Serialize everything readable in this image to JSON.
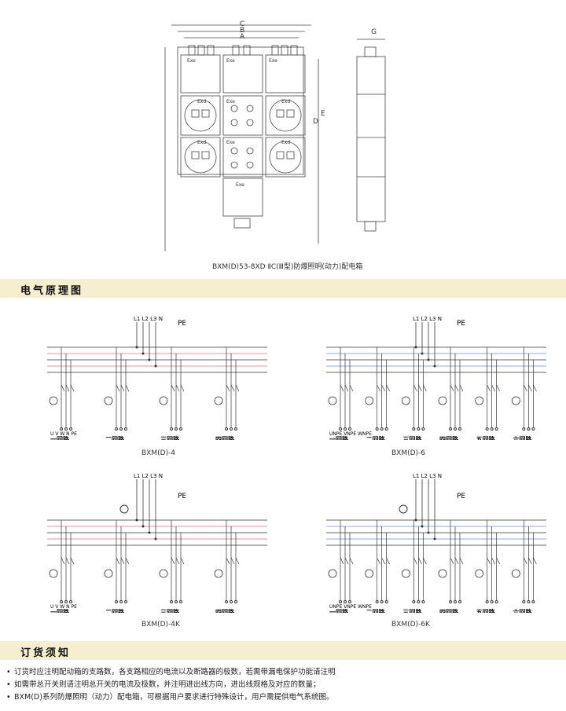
{
  "product": {
    "caption": "BXM(D)53-8XD ⅡC(Ⅲ型)防爆照明(动力)配电箱",
    "dim_labels": [
      "C",
      "B",
      "A",
      "G",
      "E",
      "D"
    ],
    "module_labels": {
      "exe": "Exe",
      "exd": "Exd"
    }
  },
  "sections": {
    "electrical": "电气原理图",
    "ordering": "订货须知"
  },
  "diagrams": [
    {
      "model": "BXM(D)-4",
      "bus": "L1 L2 L3 N",
      "pe": "PE",
      "terminals": "U  V W  N PE",
      "circuits": [
        "一回路",
        "二回路",
        "三回路",
        "四回路"
      ]
    },
    {
      "model": "BXM(D)-6",
      "bus": "L1 L2 L3 N",
      "pe": "PE",
      "terminals": "UNPE  VNPE  WNPE",
      "circuits": [
        "一回路",
        "二回路",
        "三回路",
        "四回路",
        "五回路",
        "六回路"
      ]
    },
    {
      "model": "BXM(D)-4K",
      "bus": "L1 L2 L3 N",
      "pe": "PE",
      "terminals": "U  V W  N PE",
      "circuits": [
        "一回路",
        "二回路",
        "三回路",
        "四回路"
      ]
    },
    {
      "model": "BXM(D)-6K",
      "bus": "L1 L2 L3 N",
      "pe": "PE",
      "terminals": "UNPE  VNPE  WNPE",
      "circuits": [
        "一回路",
        "二回路",
        "三回路",
        "四回路",
        "五回路",
        "六回路"
      ]
    }
  ],
  "notes": [
    "订货时应注明配动箱的支路数，各支路相应的电流以及断路器的极数，若需带漏电保护功能请注明",
    "如需带总开关则请注明总开关的电流及极数，并注明进出线方向，进出线规格及对应的数量；",
    "BXM(D)系列防爆照明（动力）配电箱，可根据用户要求进行特殊设计，用户需提供电气系统图。"
  ]
}
